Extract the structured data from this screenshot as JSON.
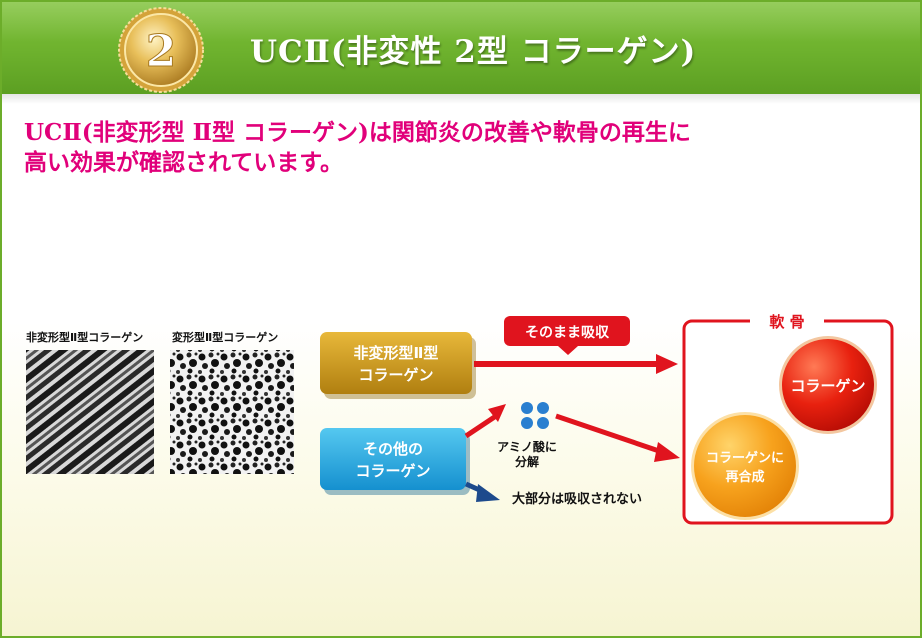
{
  "header": {
    "number": "2",
    "title": "UCⅡ(非変性 2型 コラーゲン)"
  },
  "headline": {
    "line1": "UCⅡ(非変形型 Ⅱ型 コラーゲン)は関節炎の改善や軟骨の再生に",
    "line2": "高い効果が確認されています。"
  },
  "photos": {
    "left_caption": "非変形型Ⅱ型コラーゲン",
    "right_caption": "変形型Ⅱ型コラーゲン"
  },
  "diagram": {
    "undenatured_line1": "非変形型Ⅱ型",
    "undenatured_line2": "コラーゲン",
    "absorbed_label": "そのまま吸収",
    "other_line1": "その他の",
    "other_line2": "コラーゲン",
    "amino_line1": "アミノ酸に",
    "amino_line2": "分解",
    "not_absorbed": "大部分は吸収されない",
    "cartilage_title": "軟 骨",
    "collagen": "コラーゲン",
    "resynth_line1": "コラーゲンに",
    "resynth_line2": "再合成"
  },
  "colors": {
    "header_green": "#6db12d",
    "headline_magenta": "#e1007a",
    "arrow_red": "#e0141e",
    "gold_box": "#c99a1a",
    "blue_box": "#1fa6de",
    "navy_arrow": "#1d4a8c",
    "amino_dots": "#2a7fd0"
  }
}
